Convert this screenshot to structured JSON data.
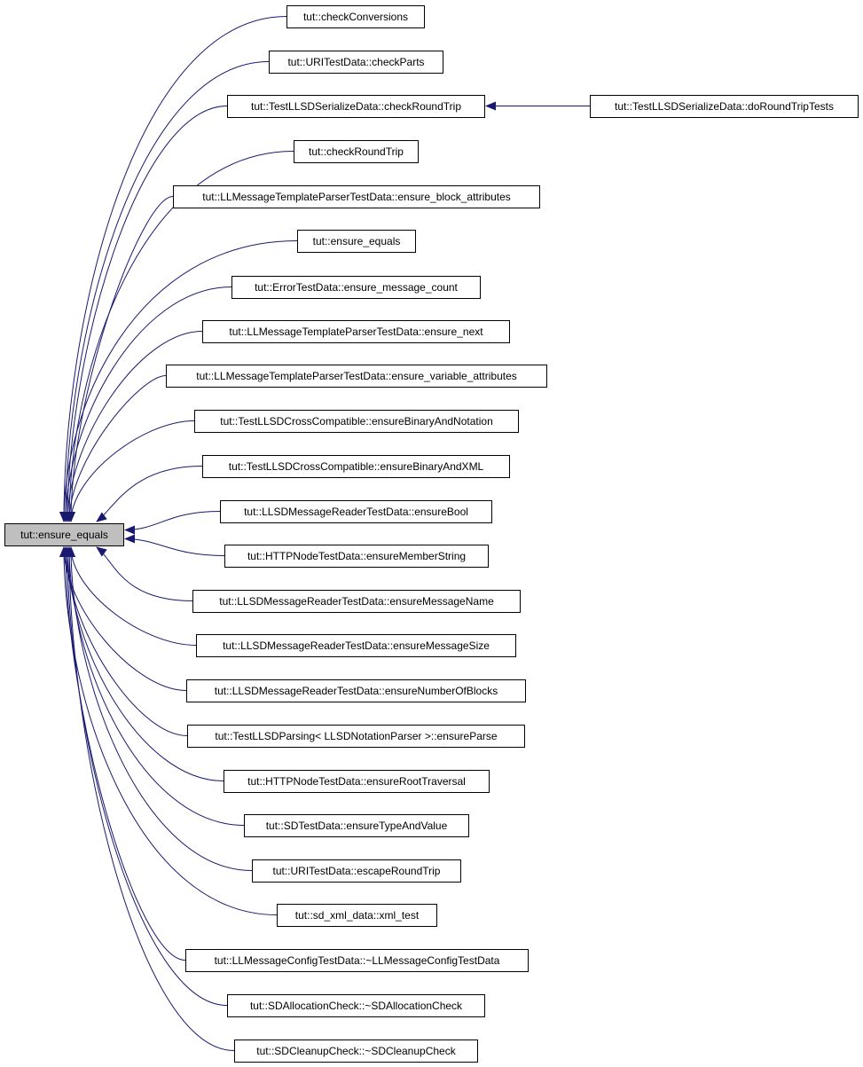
{
  "graph": {
    "root": {
      "id": "root",
      "label": "tut::ensure_equals",
      "highlighted": true
    },
    "callers": [
      {
        "id": "n1",
        "label": "tut::checkConversions"
      },
      {
        "id": "n2",
        "label": "tut::URITestData::checkParts"
      },
      {
        "id": "n3",
        "label": "tut::TestLLSDSerializeData::checkRoundTrip"
      },
      {
        "id": "n4",
        "label": "tut::checkRoundTrip"
      },
      {
        "id": "n5",
        "label": "tut::LLMessageTemplateParserTestData::ensure_block_attributes"
      },
      {
        "id": "n6",
        "label": "tut::ensure_equals"
      },
      {
        "id": "n7",
        "label": "tut::ErrorTestData::ensure_message_count"
      },
      {
        "id": "n8",
        "label": "tut::LLMessageTemplateParserTestData::ensure_next"
      },
      {
        "id": "n9",
        "label": "tut::LLMessageTemplateParserTestData::ensure_variable_attributes"
      },
      {
        "id": "n10",
        "label": "tut::TestLLSDCrossCompatible::ensureBinaryAndNotation"
      },
      {
        "id": "n11",
        "label": "tut::TestLLSDCrossCompatible::ensureBinaryAndXML"
      },
      {
        "id": "n12",
        "label": "tut::LLSDMessageReaderTestData::ensureBool"
      },
      {
        "id": "n13",
        "label": "tut::HTTPNodeTestData::ensureMemberString"
      },
      {
        "id": "n14",
        "label": "tut::LLSDMessageReaderTestData::ensureMessageName"
      },
      {
        "id": "n15",
        "label": "tut::LLSDMessageReaderTestData::ensureMessageSize"
      },
      {
        "id": "n16",
        "label": "tut::LLSDMessageReaderTestData::ensureNumberOfBlocks"
      },
      {
        "id": "n17",
        "label": "tut::TestLLSDParsing< LLSDNotationParser >::ensureParse"
      },
      {
        "id": "n18",
        "label": "tut::HTTPNodeTestData::ensureRootTraversal"
      },
      {
        "id": "n19",
        "label": "tut::SDTestData::ensureTypeAndValue"
      },
      {
        "id": "n20",
        "label": "tut::URITestData::escapeRoundTrip"
      },
      {
        "id": "n21",
        "label": "tut::sd_xml_data::xml_test"
      },
      {
        "id": "n22",
        "label": "tut::LLMessageConfigTestData::~LLMessageConfigTestData"
      },
      {
        "id": "n23",
        "label": "tut::SDAllocationCheck::~SDAllocationCheck"
      },
      {
        "id": "n24",
        "label": "tut::SDCleanupCheck::~SDCleanupCheck"
      }
    ],
    "secondary": [
      {
        "id": "n25",
        "label": "tut::TestLLSDSerializeData::doRoundTripTests",
        "calls": "n3"
      }
    ],
    "colors": {
      "edge": "#191970",
      "node_fill": "#ffffff",
      "root_fill": "#bfbfbf",
      "node_stroke": "#000000"
    }
  }
}
